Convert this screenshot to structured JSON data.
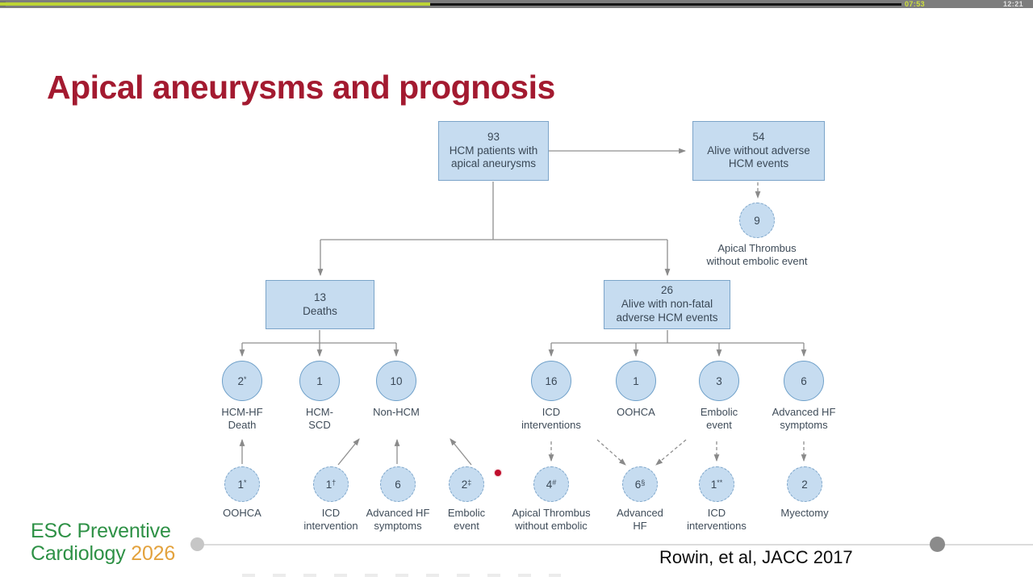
{
  "player": {
    "current_time": "07:53",
    "total_time": "12:21",
    "progress_color": "#bdd435",
    "played_color": "#161616",
    "track_color": "#7d7d7d"
  },
  "slide": {
    "title": "Apical aneurysms and prognosis",
    "title_color": "#a31a30",
    "citation": "Rowin, et al, JACC 2017",
    "logo": {
      "line1": "ESC Preventive",
      "line2": "Cardiology",
      "year": "2026",
      "green": "#2e9146",
      "orange": "#e3a23d"
    }
  },
  "diagram": {
    "node_fill": "#c6dcf0",
    "node_border": "#7ba4c9",
    "line_color": "#8a8a8a",
    "laser_dot_color": "#c00f2d",
    "boxes": {
      "patients": {
        "value": "93",
        "label": "HCM patients with\napical aneurysms"
      },
      "alive_no_events": {
        "value": "54",
        "label": "Alive without adverse\nHCM events"
      },
      "deaths": {
        "value": "13",
        "label": "Deaths"
      },
      "alive_nonfatal": {
        "value": "26",
        "label": "Alive with non-fatal\nadverse HCM events"
      }
    },
    "circles": {
      "apical_thrombus_9": {
        "value": "9",
        "label": "Apical Thrombus\nwithout embolic event"
      },
      "hcm_hf_death": {
        "value": "2",
        "sup": "*",
        "label": "HCM-HF\nDeath"
      },
      "hcm_scd": {
        "value": "1",
        "label": "HCM-\nSCD"
      },
      "non_hcm": {
        "value": "10",
        "label": "Non-HCM"
      },
      "icd_interv_16": {
        "value": "16",
        "label": "ICD\ninterventions"
      },
      "oohca_1": {
        "value": "1",
        "label": "OOHCA"
      },
      "embolic_3": {
        "value": "3",
        "label": "Embolic\nevent"
      },
      "adv_hf_6": {
        "value": "6",
        "label": "Advanced HF\nsymptoms"
      },
      "oohca_1star": {
        "value": "1",
        "sup": "*",
        "label": "OOHCA"
      },
      "icd_1dagger": {
        "value": "1",
        "sup": "†",
        "label": "ICD\nintervention"
      },
      "adv_hf_6b": {
        "value": "6",
        "label": "Advanced HF\nsymptoms"
      },
      "embolic_2ddagger": {
        "value": "2",
        "sup": "‡",
        "label": "Embolic\nevent"
      },
      "apical_4hash": {
        "value": "4",
        "sup": "#",
        "label": "Apical Thrombus\nwithout embolic"
      },
      "adv_hf_6section": {
        "value": "6",
        "sup": "§",
        "label": "Advanced\nHF"
      },
      "icd_1dblstar": {
        "value": "1",
        "sup": "**",
        "label": "ICD\ninterventions"
      },
      "myectomy_2": {
        "value": "2",
        "label": "Myectomy"
      }
    }
  }
}
